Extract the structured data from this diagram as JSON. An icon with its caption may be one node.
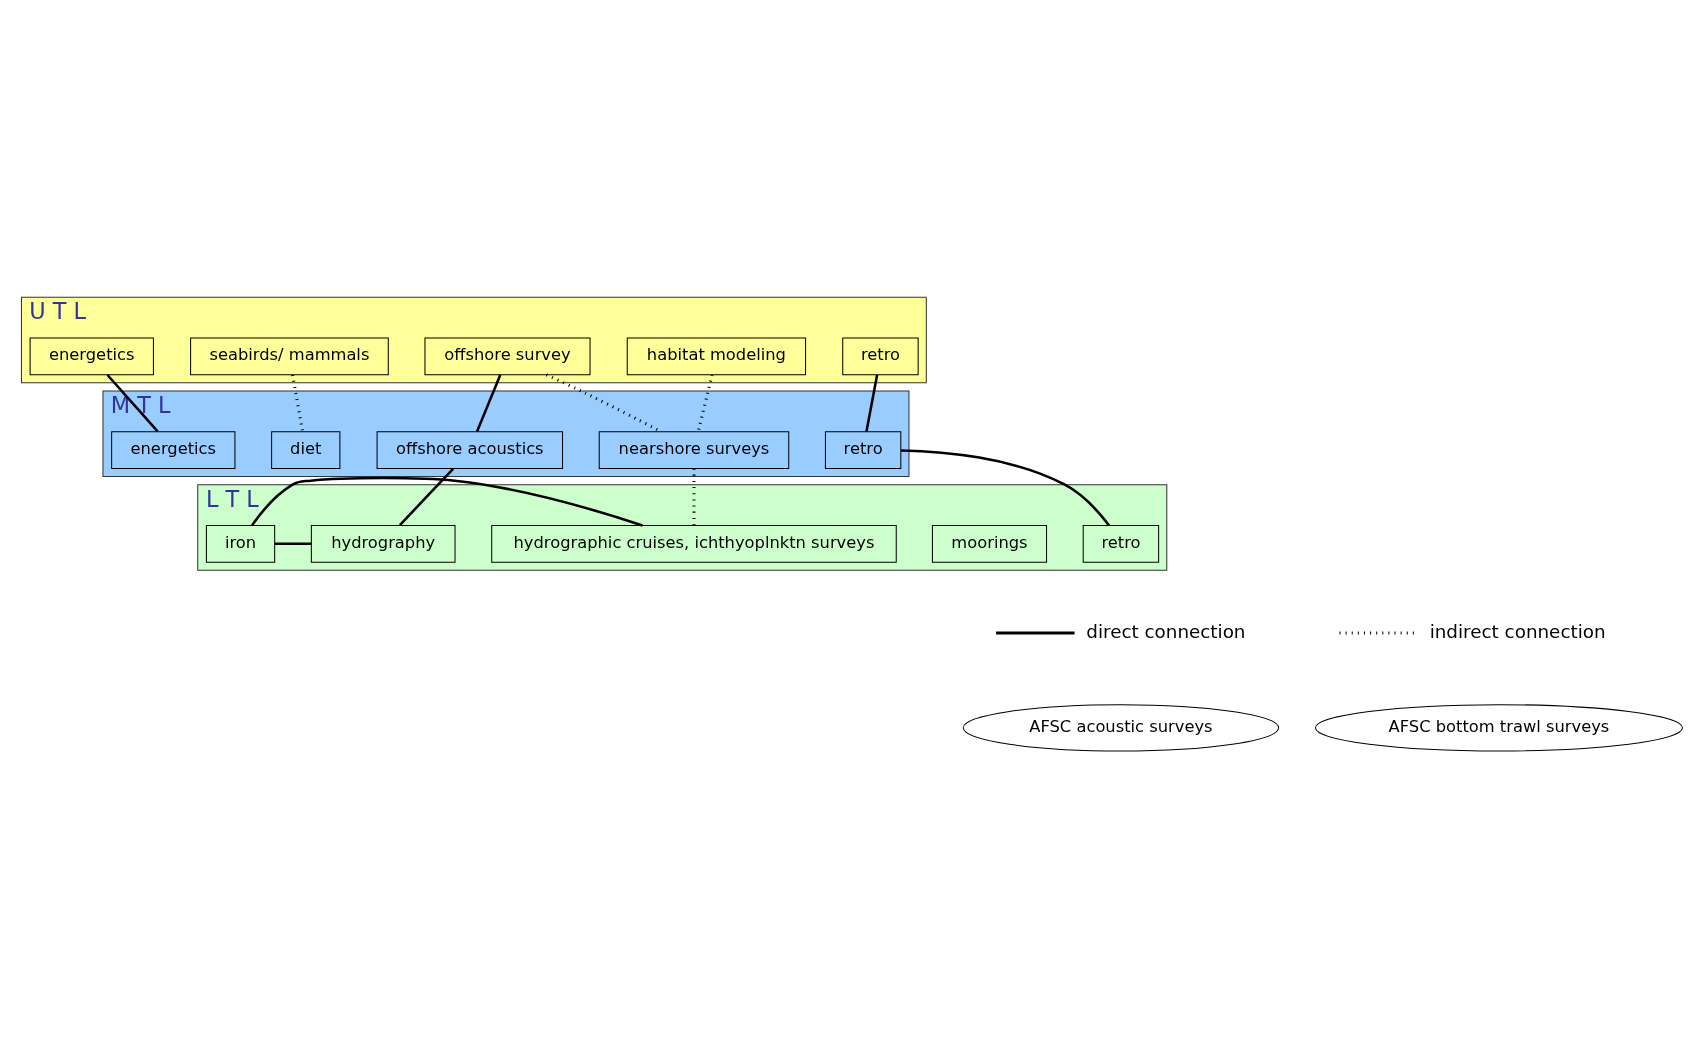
{
  "diagram": {
    "nodes": [
      {
        "text": [
          "U T L"
        ]
      },
      {
        "text": [
          "retro"
        ],
        "in": 0
      },
      {
        "text": [
          "habitat modeling"
        ],
        "in": 0
      },
      {
        "text": [
          "offshore survey"
        ],
        "in": 0
      },
      {
        "text": [
          "seabirds/ mammals"
        ],
        "in": 0
      },
      {
        "text": [
          "energetics"
        ],
        "in": 0
      },
      {
        "text": [
          "M T L"
        ]
      },
      {
        "text": [
          "retro"
        ],
        "in": 6
      },
      {
        "text": [
          "nearshore surveys"
        ],
        "in": 6
      },
      {
        "text": [
          "offshore acoustics"
        ],
        "in": 6
      },
      {
        "text": [
          "diet"
        ],
        "in": 6
      },
      {
        "text": [
          "energetics"
        ],
        "in": 6
      },
      {
        "text": [
          "L T L"
        ]
      },
      {
        "text": [
          "retro"
        ],
        "in": 12
      },
      {
        "text": [
          "moorings"
        ],
        "in": 12
      },
      {
        "text": [
          "hydrographic cruises, ichthyoplnktn surveys"
        ],
        "in": 12
      },
      {
        "text": [
          "hydrography"
        ],
        "in": 12
      },
      {
        "text": [
          "iron"
        ],
        "in": 12
      },
      {
        "text": [
          "AFSC acoustic surveys"
        ]
      },
      {
        "text": [
          "AFSC bottom trawl surveys"
        ]
      }
    ],
    "edges": [
      {
        "from": 1,
        "to": 7,
        "arrow": "none"
      },
      {
        "from": 7,
        "to": 13,
        "arrow": "none"
      },
      {
        "from": 2,
        "to": 8,
        "arrow": "none",
        "style": "dashed"
      },
      {
        "from": 3,
        "to": 8,
        "arrow": "none",
        "style": "dashed"
      },
      {
        "from": 3,
        "to": 9,
        "arrow": "none"
      },
      {
        "from": 4,
        "to": 10,
        "arrow": "none",
        "style": "dashed"
      },
      {
        "from": 5,
        "to": 11,
        "arrow": "none"
      },
      {
        "from": 8,
        "to": 15,
        "arrow": "none",
        "style": "dashed"
      },
      {
        "from": 9,
        "to": 16,
        "arrow": "none"
      },
      {
        "from": 16,
        "to": 17,
        "arrow": "none"
      },
      {
        "from": 15,
        "to": 17,
        "arrow": "none"
      }
    ],
    "legend": [
      {
        "text": "direct connection"
      },
      {
        "text": "indirect connection"
      }
    ]
  }
}
